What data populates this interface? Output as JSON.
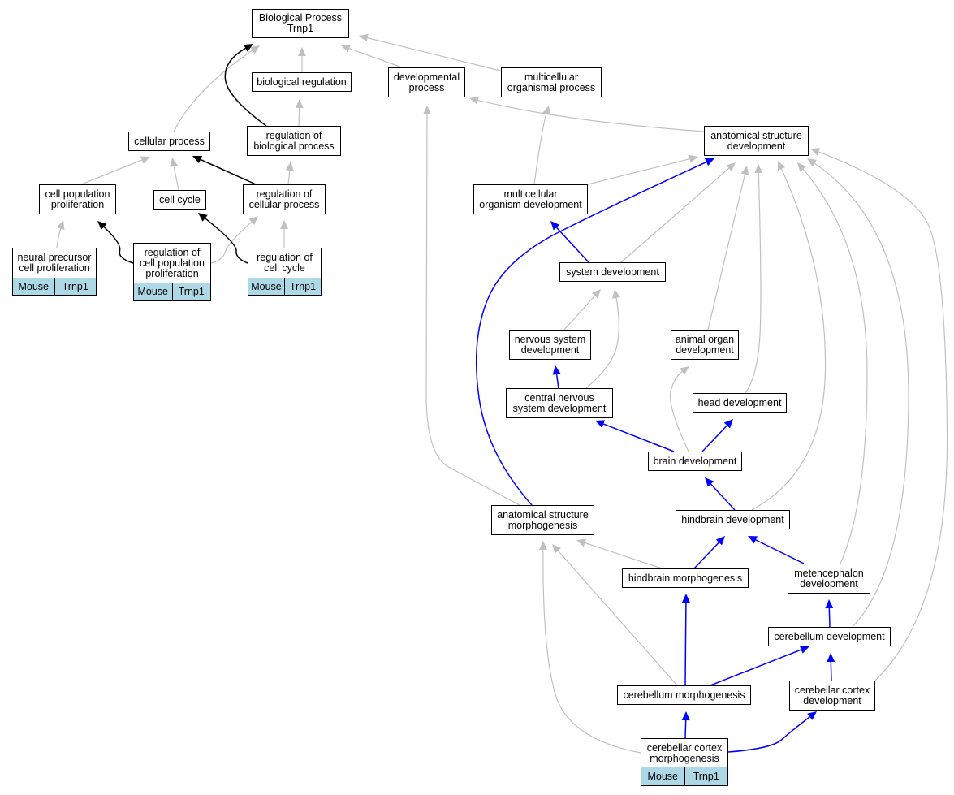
{
  "colors": {
    "node_border": "#000000",
    "gene_fill": "#add8e6",
    "edge_gray": "#c0c0c0",
    "edge_blue": "#0000ff",
    "edge_black": "#000000"
  },
  "nodes": {
    "bp": "Biological Process\nTrnp1",
    "bioreg": "biological regulation",
    "devproc": "developmental\nprocess",
    "multiproc": "multicellular\norganismal process",
    "cellproc": "cellular process",
    "regbio": "regulation of\nbiological process",
    "asd": "anatomical structure\ndevelopment",
    "cellpop": "cell population\nproliferation",
    "cellcycle": "cell cycle",
    "regcell": "regulation of\ncellular process",
    "mod": "multicellular\norganism development",
    "neural": "neural precursor\ncell proliferation",
    "regcellpop": "regulation of\ncell population\nproliferation",
    "regcc": "regulation of\ncell cycle",
    "sysdev": "system development",
    "nsd": "nervous system\ndevelopment",
    "aod": "animal organ\ndevelopment",
    "cnsd": "central nervous\nsystem development",
    "headdev": "head development",
    "braindev": "brain development",
    "asm": "anatomical structure\nmorphogenesis",
    "hinddev": "hindbrain development",
    "hindmorph": "hindbrain morphogenesis",
    "metdev": "metencephalon\ndevelopment",
    "cbdev": "cerebellum development",
    "cbmorph": "cerebellum morphogenesis",
    "cbcortdev": "cerebellar cortex\ndevelopment",
    "cbcortmorph": "cerebellar cortex\nmorphogenesis"
  },
  "annotations": {
    "neural": [
      "Mouse",
      "Trnp1"
    ],
    "regcellpop": [
      "Mouse",
      "Trnp1"
    ],
    "regcc": [
      "Mouse",
      "Trnp1"
    ],
    "cbcortmorph": [
      "Mouse",
      "Trnp1"
    ]
  }
}
